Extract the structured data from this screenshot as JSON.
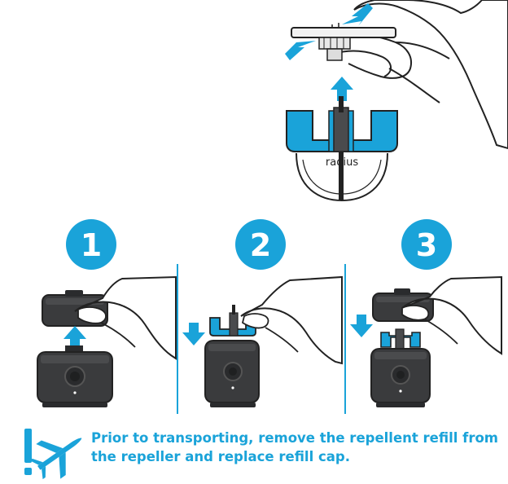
{
  "top_illustration": {
    "brand_label": "radius"
  },
  "steps": [
    {
      "number": "1"
    },
    {
      "number": "2"
    },
    {
      "number": "3"
    }
  ],
  "note": {
    "line1": "Prior to transporting, remove the repellent refill from",
    "line2": "the repeller and replace refill cap."
  },
  "colors": {
    "accent": "#1aa3d9",
    "device": "#3a3b3d",
    "device_dark": "#2a2b2d",
    "outline": "#222222"
  },
  "icons": [
    "arrow-up-icon",
    "arrow-down-icon",
    "arrow-inward-icon",
    "airplane-icon",
    "exclamation-icon",
    "hand-icon"
  ]
}
